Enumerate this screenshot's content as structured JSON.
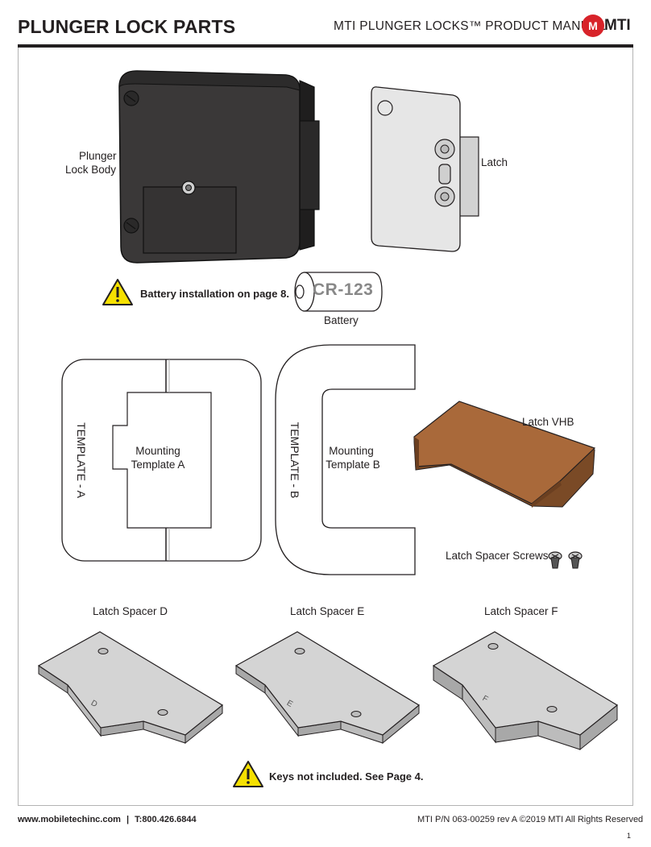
{
  "header": {
    "title": "PLUNGER LOCK PARTS",
    "manual": "MTI PLUNGER LOCKS™ PRODUCT MANUAL",
    "logo_mark": "M",
    "logo_text": "MTI"
  },
  "parts": {
    "body_label_line1": "Plunger",
    "body_label_line2": "Lock Body",
    "latch_label": "Latch",
    "battery_print": "CR-123",
    "battery_label": "Battery",
    "template_a_side": "TEMPLATE - A",
    "template_a_label_line1": "Mounting",
    "template_a_label_line2": "Template A",
    "template_b_side": "TEMPLATE - B",
    "template_b_label_line1": "Mounting",
    "template_b_label_line2": "Template B",
    "vhb_label": "Latch VHB",
    "screws_label": "Latch Spacer Screws",
    "spacer_d_label": "Latch Spacer D",
    "spacer_e_label": "Latch Spacer E",
    "spacer_f_label": "Latch Spacer F",
    "spacer_d_mark": "D",
    "spacer_e_mark": "E",
    "spacer_f_mark": "F"
  },
  "warnings": {
    "battery": "Battery installation on page 8.",
    "keys": "Keys not included. See Page 4."
  },
  "footer": {
    "website": "www.mobiletechinc.com",
    "separator": "|",
    "phone": "T:800.426.6844",
    "part_number": "MTI P/N 063-00259 rev A ©2019 MTI All Rights Reserved",
    "page": "1"
  },
  "colors": {
    "accent": "#d8232a",
    "warning_yellow": "#f5e000",
    "lock_body": "#3a3838",
    "vhb": "#a9693a",
    "spacer": "#d4d4d4",
    "latch": "#e6e6e6"
  }
}
